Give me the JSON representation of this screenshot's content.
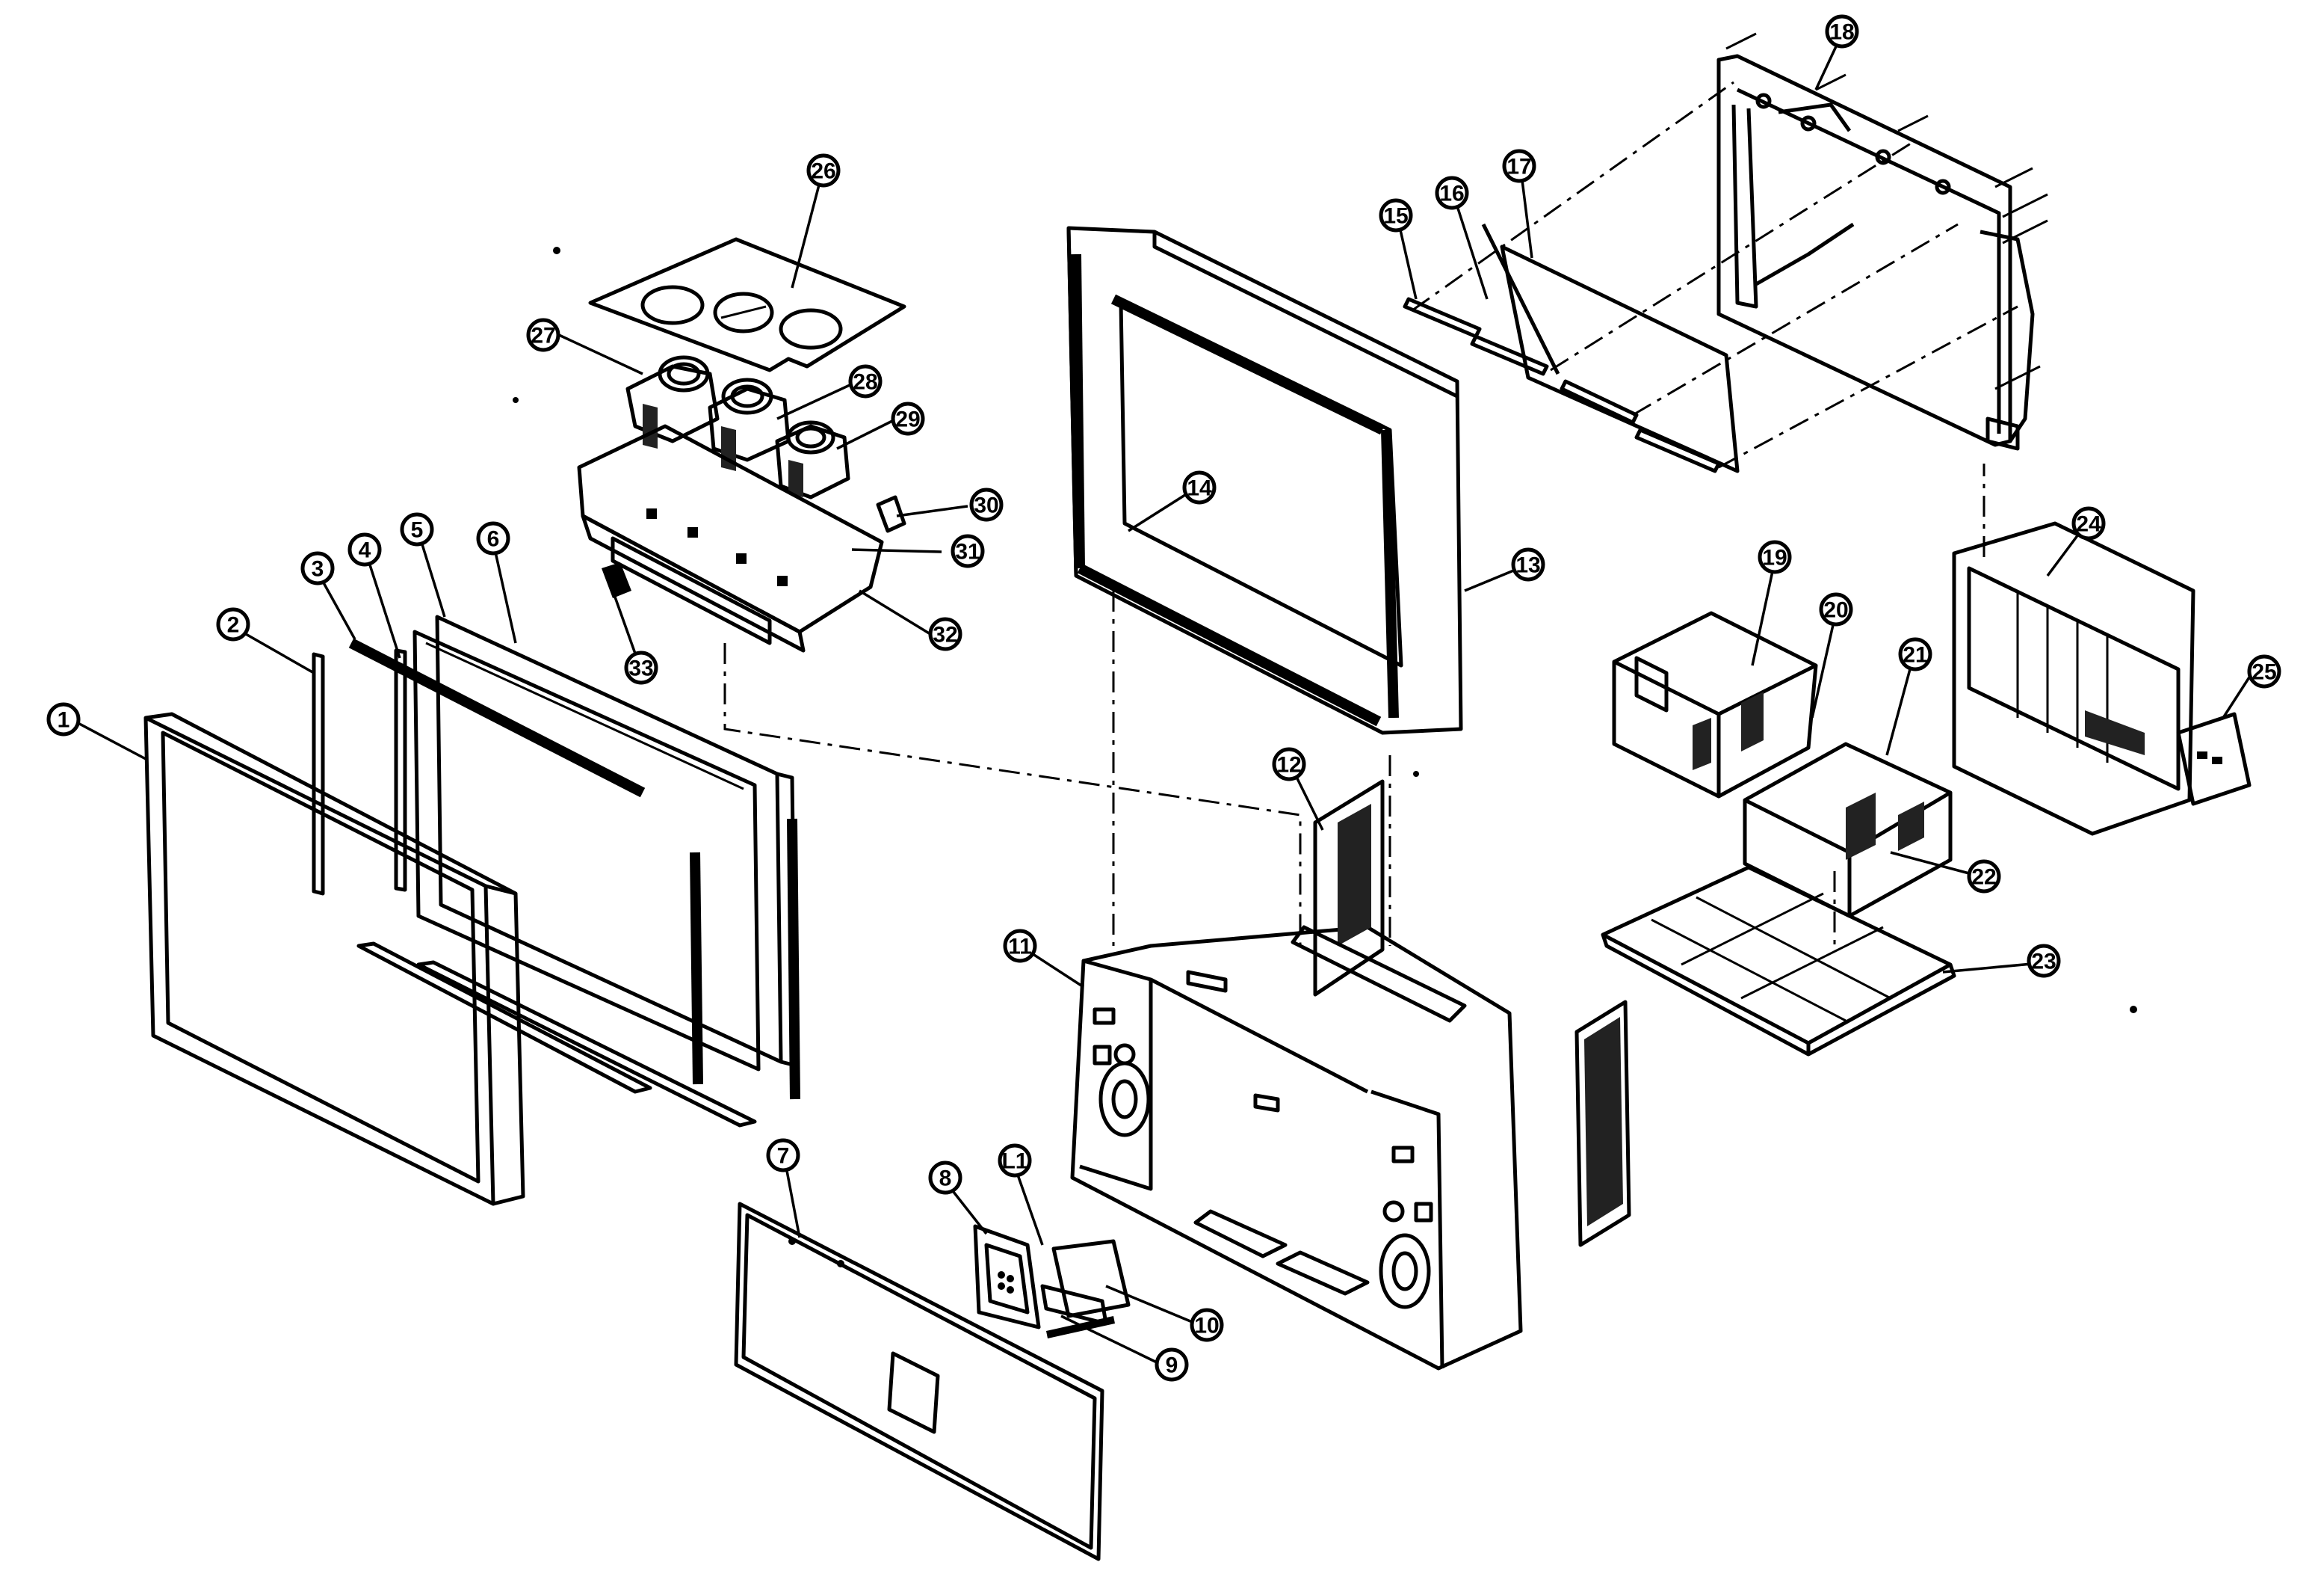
{
  "callouts": [
    {
      "id": "1",
      "label": "1"
    },
    {
      "id": "2",
      "label": "2"
    },
    {
      "id": "3",
      "label": "3"
    },
    {
      "id": "4",
      "label": "4"
    },
    {
      "id": "5",
      "label": "5"
    },
    {
      "id": "6",
      "label": "6"
    },
    {
      "id": "7",
      "label": "7"
    },
    {
      "id": "8",
      "label": "8"
    },
    {
      "id": "9",
      "label": "9"
    },
    {
      "id": "10",
      "label": "10"
    },
    {
      "id": "11",
      "label": "11"
    },
    {
      "id": "12",
      "label": "12"
    },
    {
      "id": "13",
      "label": "13"
    },
    {
      "id": "14",
      "label": "14"
    },
    {
      "id": "15",
      "label": "15"
    },
    {
      "id": "16",
      "label": "16"
    },
    {
      "id": "17",
      "label": "17"
    },
    {
      "id": "18",
      "label": "18"
    },
    {
      "id": "19",
      "label": "19"
    },
    {
      "id": "20",
      "label": "20"
    },
    {
      "id": "21",
      "label": "21"
    },
    {
      "id": "22",
      "label": "22"
    },
    {
      "id": "23",
      "label": "23"
    },
    {
      "id": "24",
      "label": "24"
    },
    {
      "id": "25",
      "label": "25"
    },
    {
      "id": "26",
      "label": "26"
    },
    {
      "id": "27",
      "label": "27"
    },
    {
      "id": "28",
      "label": "28"
    },
    {
      "id": "29",
      "label": "29"
    },
    {
      "id": "30",
      "label": "30"
    },
    {
      "id": "31",
      "label": "31"
    },
    {
      "id": "32",
      "label": "32"
    },
    {
      "id": "33",
      "label": "33"
    },
    {
      "id": "L1",
      "label": "L1"
    }
  ]
}
